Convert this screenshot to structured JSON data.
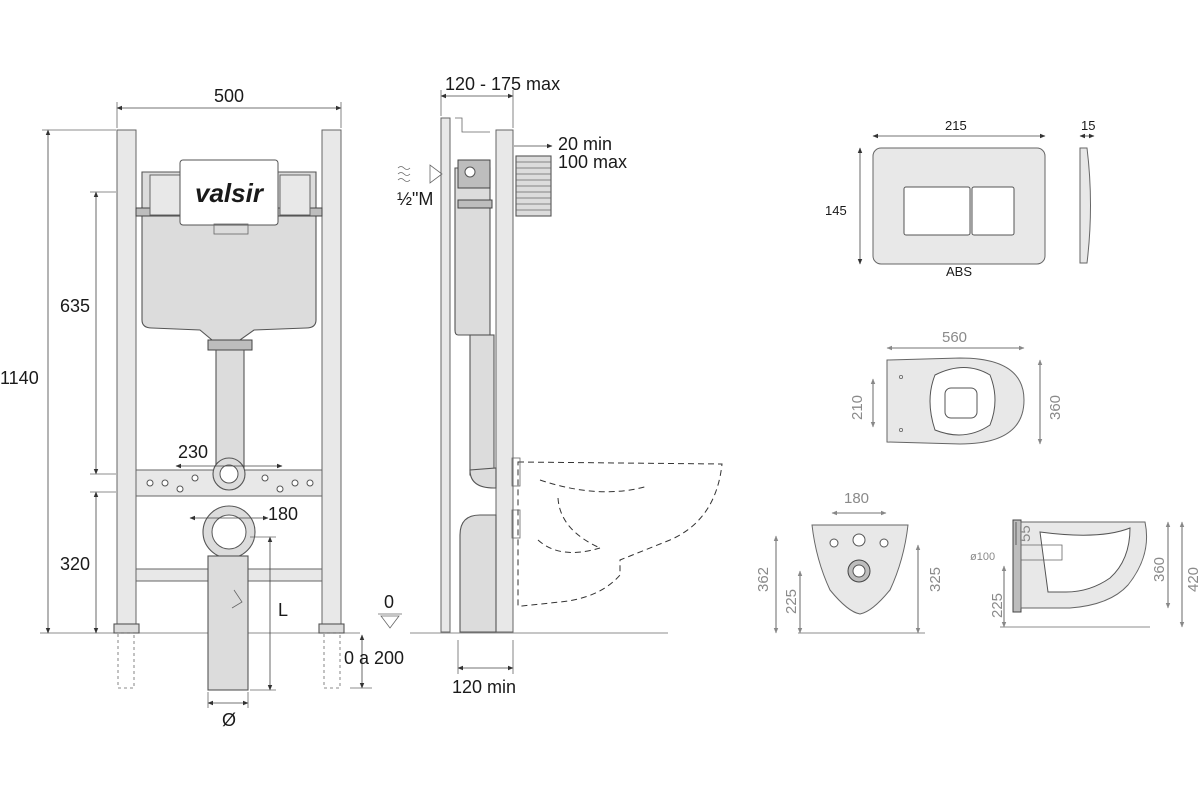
{
  "brand": "valsir",
  "front_view": {
    "width": "500",
    "height_total": "1140",
    "height_tank": "635",
    "height_lower": "320",
    "pipe_spacing": "230",
    "drain_spacing": "180",
    "length_label": "L",
    "diameter_label": "Ø"
  },
  "side_view": {
    "depth": "120 - 175 max",
    "inlet_min": "20 min",
    "inlet_max": "100 max",
    "water_inlet": "½\"M",
    "floor_level": "0",
    "floor_range": "0 a 200",
    "min_depth": "120 min"
  },
  "flush_plate": {
    "width": "215",
    "height": "145",
    "thickness": "15",
    "material": "ABS"
  },
  "bowl_top": {
    "length": "560",
    "width_inner": "210",
    "width_outer": "360"
  },
  "bowl_back": {
    "bolt_spacing": "180",
    "total_height": "362",
    "drain_height": "225",
    "right_height": "325"
  },
  "bowl_side": {
    "top_offset": "55",
    "drain_diameter": "ø100",
    "drain_height": "225",
    "height": "360",
    "total_height": "420"
  }
}
